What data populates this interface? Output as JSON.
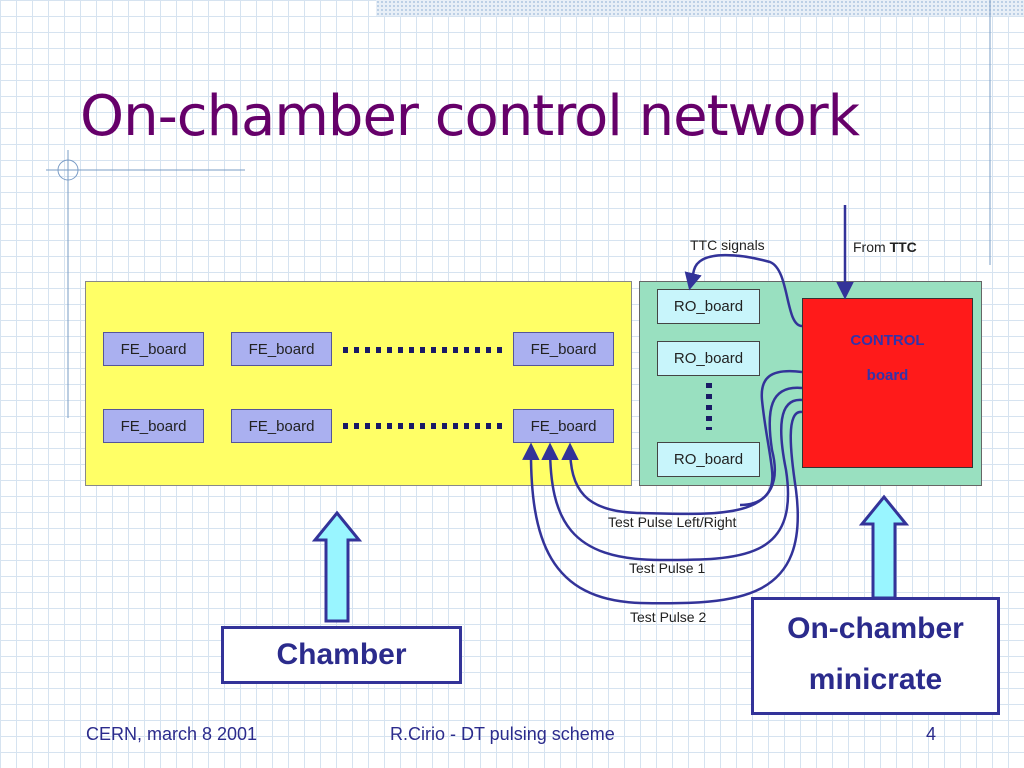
{
  "slide": {
    "title": "On-chamber control network",
    "fe_boards": [
      "FE_board",
      "FE_board",
      "FE_board",
      "FE_board",
      "FE_board",
      "FE_board"
    ],
    "ro_boards": [
      "RO_board",
      "RO_board",
      "RO_board"
    ],
    "control_board": {
      "line1": "CONTROL",
      "line2": "board"
    },
    "ttc_signals_label": "TTC signals",
    "from_ttc": {
      "prefix": "From ",
      "bold": "TTC"
    },
    "test_pulse_lr_label": "Test Pulse Left/Right",
    "test_pulse_1_label": "Test Pulse 1",
    "test_pulse_2_label": "Test Pulse 2",
    "chamber_label": "Chamber",
    "minicrate_label": {
      "line1": "On-chamber",
      "line2": "minicrate"
    },
    "footer": {
      "left": "CERN, march 8 2001",
      "center": "R.Cirio - DT pulsing scheme",
      "page_number": "4"
    }
  },
  "colors": {
    "title": "#66006a",
    "fe_panel": "#ffff66",
    "minicrate_panel": "#99e0c0",
    "fe_board": "#aab0f0",
    "ro_board": "#c8f5fb",
    "control_board": "#ff1a1a",
    "arrow_fill": "#99f5ff"
  }
}
